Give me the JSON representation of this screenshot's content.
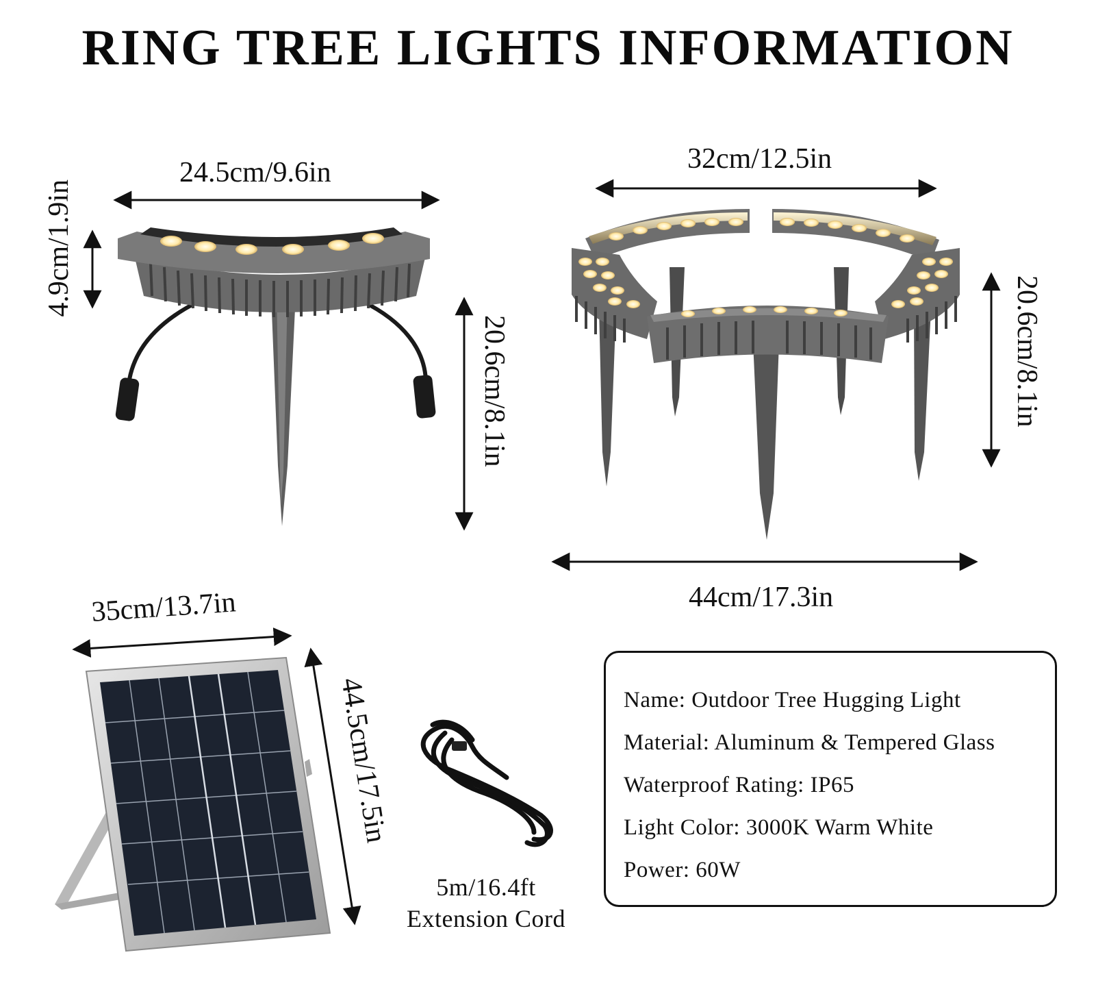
{
  "title": "RING TREE LIGHTS INFORMATION",
  "single_light": {
    "width": "24.5cm/9.6in",
    "height": "4.9cm/1.9in",
    "total_height": "20.6cm/8.1in"
  },
  "ring_light": {
    "inner_width": "32cm/12.5in",
    "height": "20.6cm/8.1in",
    "outer_width": "44cm/17.3in"
  },
  "solar_panel": {
    "width": "35cm/13.7in",
    "height": "44.5cm/17.5in"
  },
  "cord": {
    "length": "5m/16.4ft",
    "label": "Extension Cord"
  },
  "specs": [
    "Name: Outdoor Tree Hugging Light",
    "Material: Aluminum & Tempered Glass",
    "Waterproof Rating: IP65",
    "Light Color: 3000K Warm White",
    "Power: 60W"
  ],
  "colors": {
    "housing": "#6e6e6e",
    "housing_dark": "#4a4a4a",
    "led": "#fff3c4",
    "panel": "#1c2330",
    "frame": "#c9c9c9"
  }
}
